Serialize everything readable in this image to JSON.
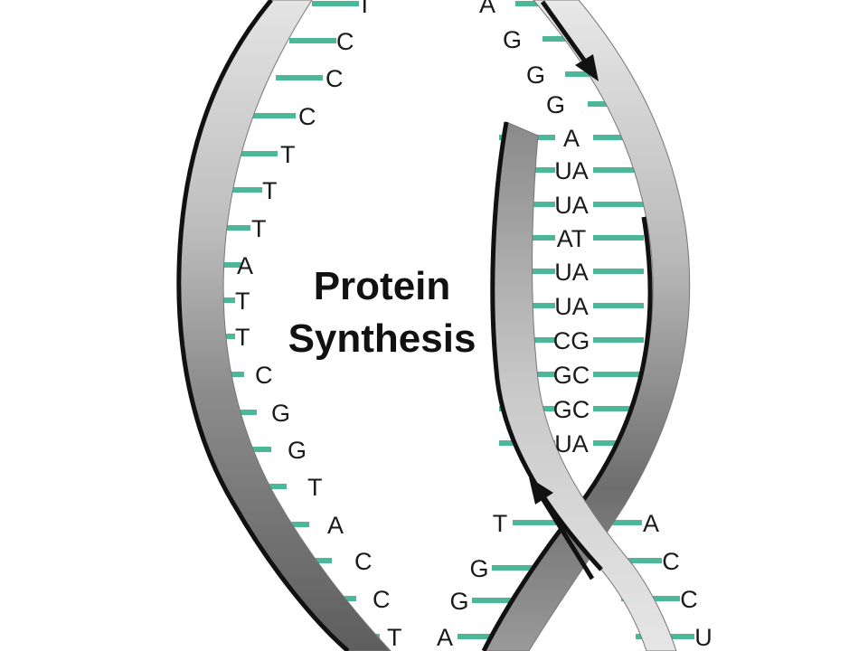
{
  "title": {
    "line1": "Protein",
    "line2": "Synthesis"
  },
  "colors": {
    "rung": "#4cb89a",
    "strand_light": "#d9d9d9",
    "strand_mid": "#a8a8a8",
    "strand_dark": "#666666",
    "edge": "#111111",
    "letter": "#1a1a1a"
  },
  "icons": {
    "arrow_down": "arrow-down-icon",
    "arrow_up": "arrow-up-icon"
  },
  "left_strand_bases": [
    "T",
    "C",
    "C",
    "C",
    "T",
    "T",
    "T",
    "A",
    "T",
    "T",
    "C",
    "G",
    "G",
    "T",
    "A",
    "C",
    "C",
    "T"
  ],
  "right_top_bases": [
    "A",
    "G",
    "G",
    "G"
  ],
  "transcription_pairs": [
    "A",
    "UA",
    "UA",
    "AT",
    "UA",
    "UA",
    "CG",
    "GC",
    "GC",
    "UA"
  ],
  "lower_right_bases": [
    "A",
    "C",
    "C",
    "U"
  ],
  "lower_left_bases": [
    "T",
    "G",
    "G",
    "A"
  ]
}
